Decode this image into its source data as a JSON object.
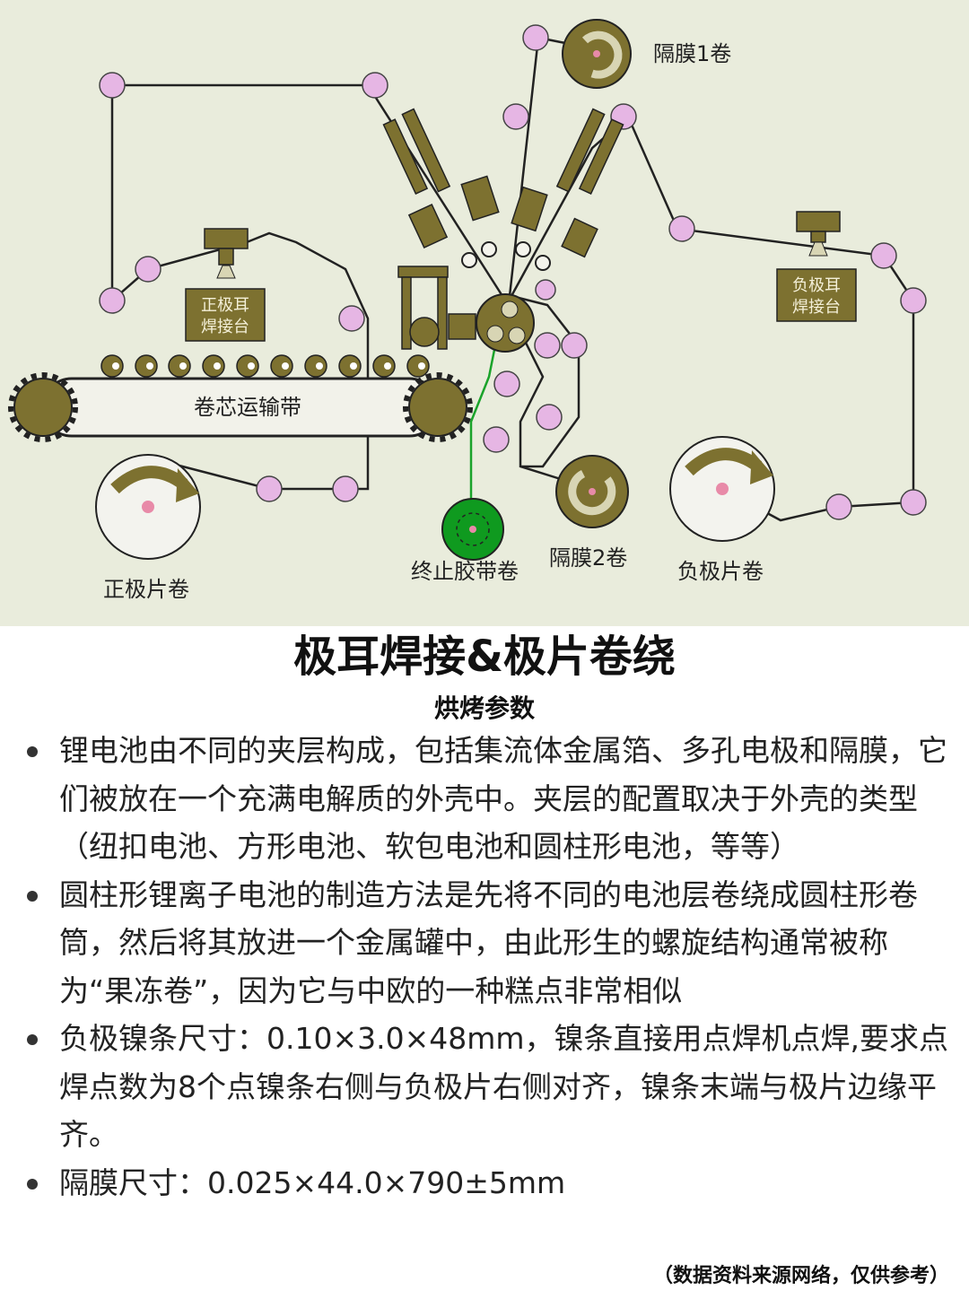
{
  "diagram": {
    "labels": {
      "separator_roll_1": "隔膜1卷",
      "positive_tab_station": [
        "正极耳",
        "焊接台"
      ],
      "negative_tab_station": [
        "负极耳",
        "焊接台"
      ],
      "core_conveyor": "卷芯运输带",
      "positive_sheet_roll": "正极片卷",
      "stop_tape_roll": "终止胶带卷",
      "separator_roll_2": "隔膜2卷",
      "negative_sheet_roll": "负极片卷"
    },
    "colors": {
      "background": "#e9ecdc",
      "olive": "#7d7130",
      "roller": "#e6b6e4",
      "green_tape": "#0f9a1f",
      "line": "#222222"
    }
  },
  "title": "极耳焊接&极片卷绕",
  "subtitle": "烘烤参数",
  "bullets": [
    "锂电池由不同的夹层构成，包括集流体金属箔、多孔电极和隔膜，它们被放在一个充满电解质的外壳中。夹层的配置取决于外壳的类型（纽扣电池、方形电池、软包电池和圆柱形电池，等等）",
    "圆柱形锂离子电池的制造方法是先将不同的电池层卷绕成圆柱形卷筒，然后将其放进一个金属罐中，由此形生的螺旋结构通常被称为“果冻卷”，因为它与中欧的一种糕点非常相似",
    "负极镍条尺寸：0.10×3.0×48mm，镍条直接用点焊机点焊,要求点焊点数为8个点镍条右侧与负极片右侧对齐，镍条末端与极片边缘平齐。",
    "隔膜尺寸：0.025×44.0×790±5mm"
  ],
  "source_note": "（数据资料来源网络，仅供参考）"
}
